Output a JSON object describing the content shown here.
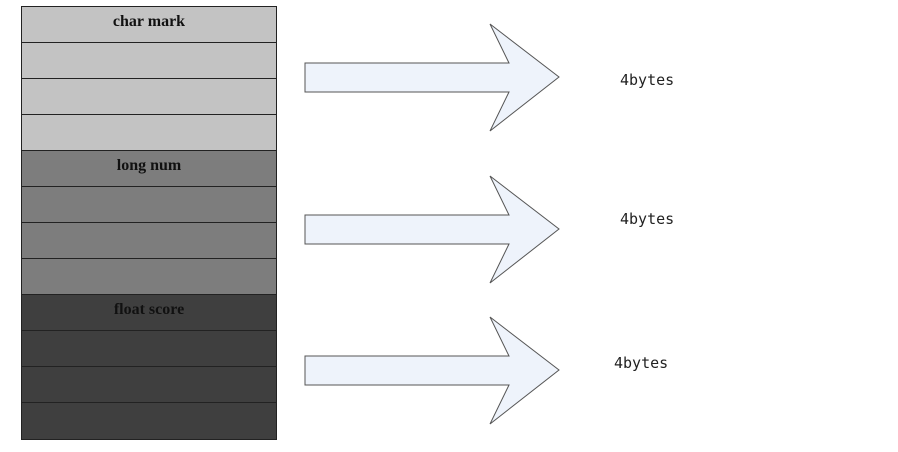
{
  "groups": [
    {
      "field_label": "char mark",
      "size_label": "4bytes",
      "color": "#c3c3c3"
    },
    {
      "field_label": "long num",
      "size_label": "4bytes",
      "color": "#7d7d7d"
    },
    {
      "field_label": "float score",
      "size_label": "4bytes",
      "color": "#3f3f3f"
    }
  ],
  "arrow_fill": "#eef3fb",
  "arrow_stroke": "#555555"
}
